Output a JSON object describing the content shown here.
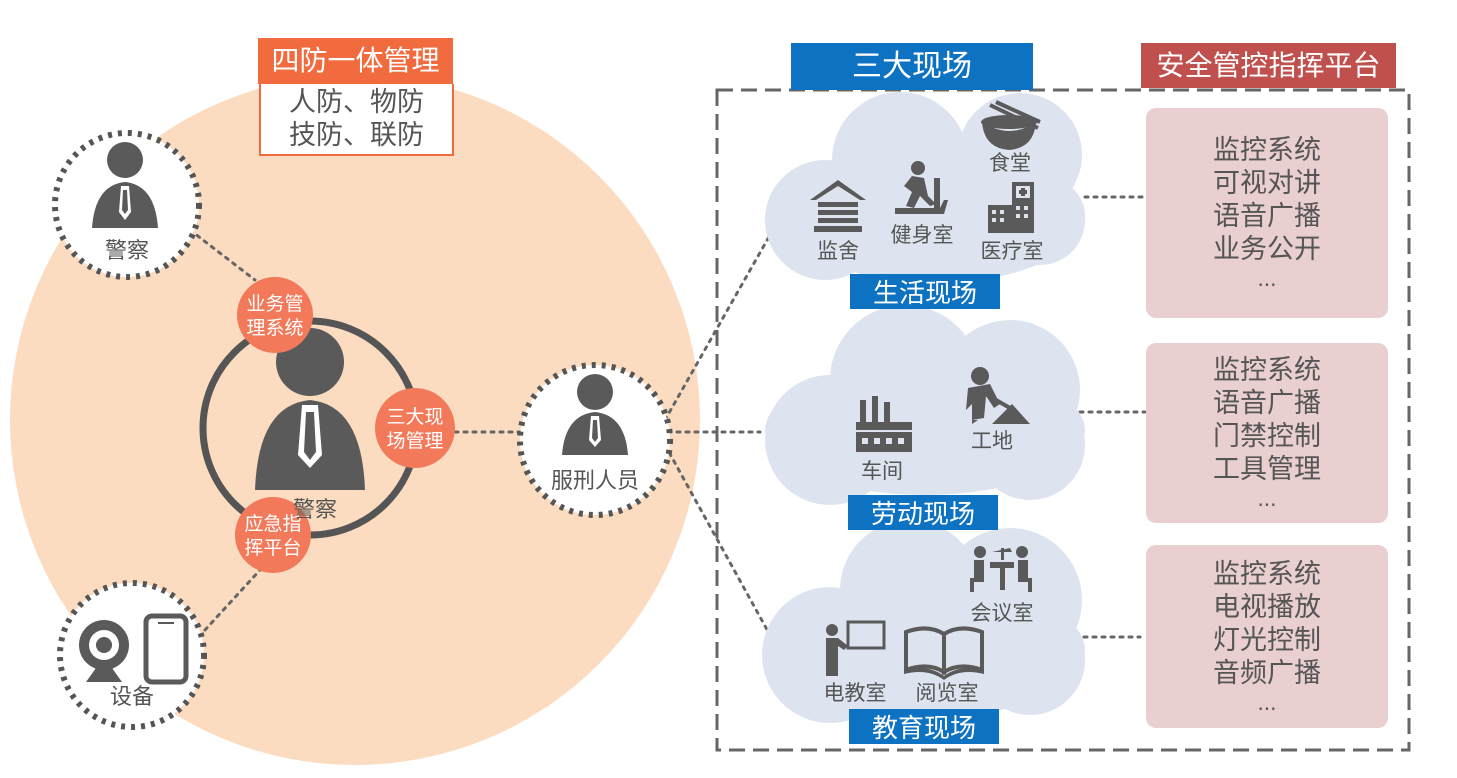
{
  "header": {
    "four_defense_title": "四防一体管理",
    "four_defense_line1": "人防、物防",
    "four_defense_line2": "技防、联防",
    "three_scenes_title": "三大现场",
    "platform_title": "安全管控指挥平台"
  },
  "nodes": {
    "police_small": "警察",
    "police_center": "警察",
    "devices": "设备",
    "inmates": "服刑人员"
  },
  "badges": {
    "business_line1": "业务管",
    "business_line2": "理系统",
    "scene_line1": "三大现",
    "scene_line2": "场管理",
    "emergency_line1": "应急指",
    "emergency_line2": "挥平台"
  },
  "scenes": {
    "life": {
      "tag": "生活现场",
      "items": [
        "监舍",
        "健身室",
        "食堂",
        "医疗室"
      ]
    },
    "labor": {
      "tag": "劳动现场",
      "items": [
        "车间",
        "工地"
      ]
    },
    "education": {
      "tag": "教育现场",
      "items": [
        "电教室",
        "阅览室",
        "会议室"
      ]
    }
  },
  "platforms": {
    "life": [
      "监控系统",
      "可视对讲",
      "语音广播",
      "业务公开",
      "..."
    ],
    "labor": [
      "监控系统",
      "语音广播",
      "门禁控制",
      "工具管理",
      "..."
    ],
    "education": [
      "监控系统",
      "电视播放",
      "灯光控制",
      "音频广播",
      "..."
    ]
  },
  "colors": {
    "peach": "#fbdcc0",
    "orange_badge": "#f27a5a",
    "orange_header": "#f26b3f",
    "blue": "#0e72c3",
    "red_header": "#c0504d",
    "cloud": "#dde4f0",
    "platform_box": "#e9cfcf",
    "icon_gray": "#5a5a5a"
  }
}
